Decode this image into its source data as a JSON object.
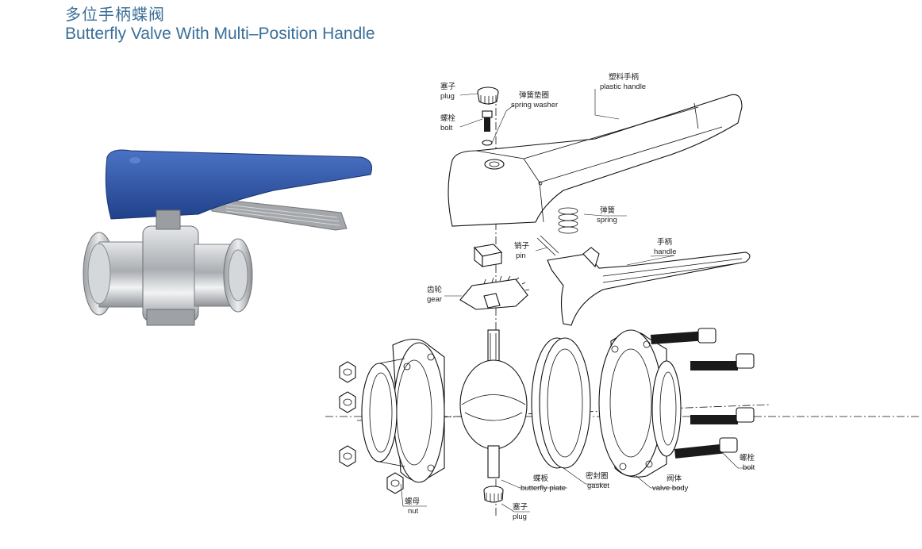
{
  "header": {
    "title_cn": "多位手柄蝶阀",
    "title_en": "Butterfly Valve With Multi–Position Handle"
  },
  "colors": {
    "title": "#3a6f98",
    "handle_blue": "#2f56a8",
    "steel": "#b8bcc0"
  },
  "parts": {
    "plug_top": {
      "cn": "塞子",
      "en": "plug"
    },
    "bolt_top": {
      "cn": "螺栓",
      "en": "bolt"
    },
    "spring_washer": {
      "cn": "弹簧垫圈",
      "en": "spring washer"
    },
    "plastic_handle": {
      "cn": "塑料手柄",
      "en": "plastic handle"
    },
    "spring": {
      "cn": "弹簧",
      "en": "spring"
    },
    "pin": {
      "cn": "销子",
      "en": "pin"
    },
    "handle": {
      "cn": "手柄",
      "en": "handle"
    },
    "gear": {
      "cn": "齿轮",
      "en": "gear"
    },
    "nut": {
      "cn": "螺母",
      "en": "nut"
    },
    "butterfly_plate": {
      "cn": "蝶板",
      "en": "butterfly plate"
    },
    "gasket": {
      "cn": "密封圈",
      "en": "gasket"
    },
    "valve_body": {
      "cn": "阀体",
      "en": "valve body"
    },
    "plug_bottom": {
      "cn": "塞子",
      "en": "plug"
    },
    "bolt_right": {
      "cn": "螺栓",
      "en": "bolt"
    }
  }
}
